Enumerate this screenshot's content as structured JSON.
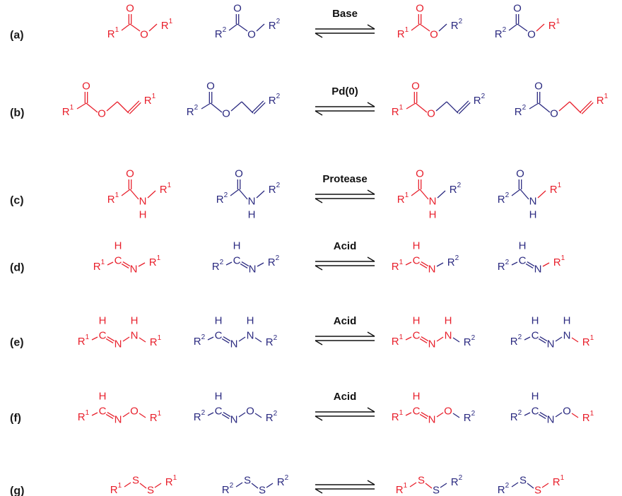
{
  "colors": {
    "r1": "#e8202c",
    "r2": "#2b2a80",
    "text": "#111111"
  },
  "rows": [
    {
      "label": "(a)",
      "type": "ester",
      "condition": "Base"
    },
    {
      "label": "(b)",
      "type": "allyl_ester",
      "condition": "Pd(0)"
    },
    {
      "label": "(c)",
      "type": "amide",
      "condition": "Protease"
    },
    {
      "label": "(d)",
      "type": "imine",
      "condition": "Acid"
    },
    {
      "label": "(e)",
      "type": "hydrazone",
      "condition": "Acid"
    },
    {
      "label": "(f)",
      "type": "oxime",
      "condition": "Acid"
    },
    {
      "label": "(g)",
      "type": "disulfide",
      "condition": ""
    }
  ],
  "atoms": {
    "O": "O",
    "N": "N",
    "H": "H",
    "S": "S",
    "R": "R",
    "one": "1",
    "two": "2"
  }
}
